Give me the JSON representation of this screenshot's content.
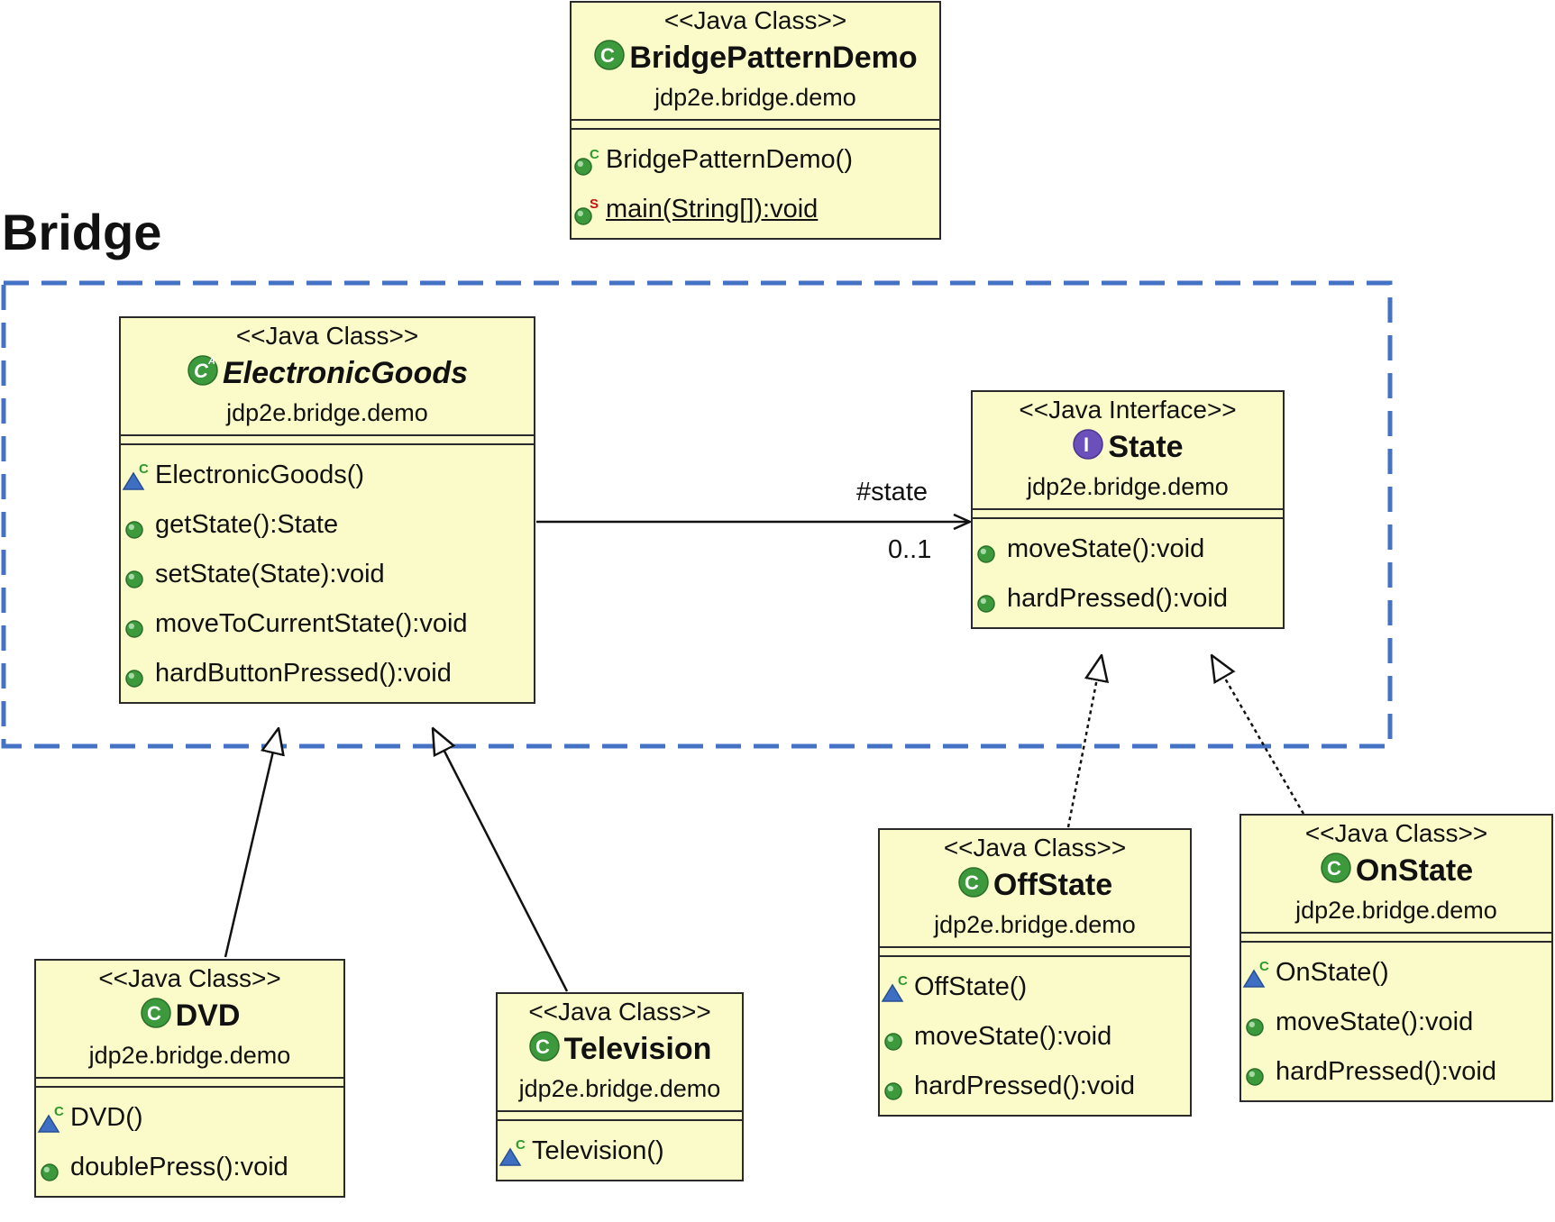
{
  "diagram": {
    "title": "Bridge",
    "association": {
      "role": "#state",
      "multiplicity": "0..1"
    },
    "colors": {
      "box_fill": "#fbfbc9",
      "box_border": "#2a2a2a",
      "group_dash": "#4472c4",
      "public_green": "#3c9a3c",
      "interface_purple": "#6b4fbb",
      "static_red": "#cc1111"
    },
    "classes": {
      "bridge_pattern_demo": {
        "stereotype": "<<Java Class>>",
        "name": "BridgePatternDemo",
        "package": "jdp2e.bridge.demo",
        "icon": "class-icon",
        "operations": [
          {
            "text": "BridgePatternDemo()",
            "icon": "public-constructor-icon"
          },
          {
            "text": "main(String[]):void",
            "icon": "public-static-method-icon"
          }
        ]
      },
      "electronic_goods": {
        "stereotype": "<<Java Class>>",
        "name": "ElectronicGoods",
        "package": "jdp2e.bridge.demo",
        "icon": "abstract-class-icon",
        "operations": [
          {
            "text": "ElectronicGoods()",
            "icon": "package-constructor-icon"
          },
          {
            "text": "getState():State",
            "icon": "public-method-icon"
          },
          {
            "text": "setState(State):void",
            "icon": "public-method-icon"
          },
          {
            "text": "moveToCurrentState():void",
            "icon": "public-method-icon"
          },
          {
            "text": "hardButtonPressed():void",
            "icon": "public-method-icon"
          }
        ]
      },
      "state": {
        "stereotype": "<<Java Interface>>",
        "name": "State",
        "package": "jdp2e.bridge.demo",
        "icon": "interface-icon",
        "operations": [
          {
            "text": "moveState():void",
            "icon": "public-method-icon"
          },
          {
            "text": "hardPressed():void",
            "icon": "public-method-icon"
          }
        ]
      },
      "dvd": {
        "stereotype": "<<Java Class>>",
        "name": "DVD",
        "package": "jdp2e.bridge.demo",
        "icon": "class-icon",
        "operations": [
          {
            "text": "DVD()",
            "icon": "package-constructor-icon"
          },
          {
            "text": "doublePress():void",
            "icon": "public-method-icon"
          }
        ]
      },
      "television": {
        "stereotype": "<<Java Class>>",
        "name": "Television",
        "package": "jdp2e.bridge.demo",
        "icon": "class-icon",
        "operations": [
          {
            "text": "Television()",
            "icon": "package-constructor-icon"
          }
        ]
      },
      "off_state": {
        "stereotype": "<<Java Class>>",
        "name": "OffState",
        "package": "jdp2e.bridge.demo",
        "icon": "class-icon",
        "operations": [
          {
            "text": "OffState()",
            "icon": "package-constructor-icon"
          },
          {
            "text": "moveState():void",
            "icon": "public-method-icon"
          },
          {
            "text": "hardPressed():void",
            "icon": "public-method-icon"
          }
        ]
      },
      "on_state": {
        "stereotype": "<<Java Class>>",
        "name": "OnState",
        "package": "jdp2e.bridge.demo",
        "icon": "class-icon",
        "operations": [
          {
            "text": "OnState()",
            "icon": "package-constructor-icon"
          },
          {
            "text": "moveState():void",
            "icon": "public-method-icon"
          },
          {
            "text": "hardPressed():void",
            "icon": "public-method-icon"
          }
        ]
      }
    }
  }
}
